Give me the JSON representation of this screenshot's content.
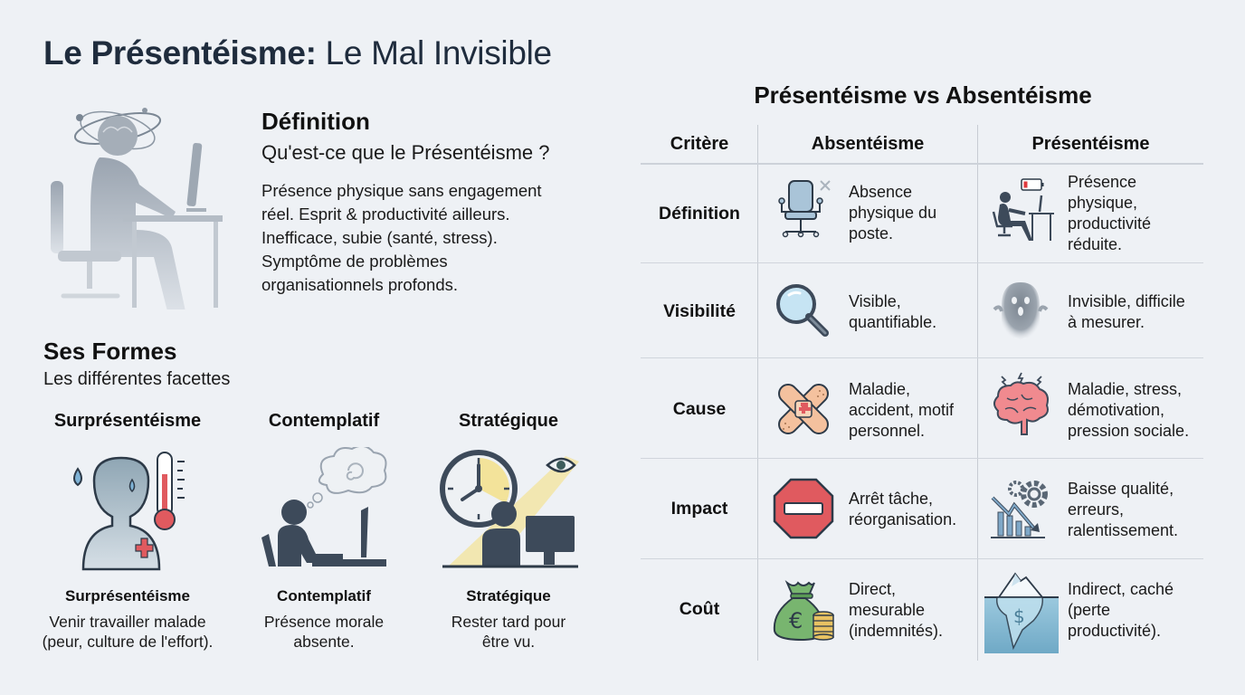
{
  "header": {
    "title_bold": "Le Présentéisme:",
    "title_light": "Le Mal Invisible"
  },
  "definition": {
    "heading": "Définition",
    "subheading": "Qu'est-ce que le Présentéisme ?",
    "body_lines": [
      "Présence physique sans engagement",
      "réel. Esprit & productivité ailleurs.",
      "Inefficace, subie (santé, stress).",
      "Symptôme de problèmes",
      "organisationnels profonds."
    ],
    "illustration_icon": "distracted-worker-icon"
  },
  "formes": {
    "heading": "Ses Formes",
    "subheading": "Les différentes facettes",
    "items": [
      {
        "title": "Surprésentéisme",
        "icon": "sick-person-thermometer-icon",
        "name": "Surprésentéisme",
        "desc_lines": [
          "Venir travailler malade",
          "(peur, culture de l'effort)."
        ]
      },
      {
        "title": "Contemplatif",
        "icon": "daydreaming-worker-icon",
        "name": "Contemplatif",
        "desc_lines": [
          "Présence morale",
          "absente."
        ]
      },
      {
        "title": "Stratégique",
        "icon": "clock-watched-worker-icon",
        "name": "Stratégique",
        "desc_lines": [
          "Rester tard pour",
          "être vu."
        ]
      }
    ]
  },
  "comparison": {
    "title": "Présentéisme vs Absentéisme",
    "columns": [
      "Critère",
      "Absentéisme",
      "Présentéisme"
    ],
    "rows": [
      {
        "criterion": "Définition",
        "absent": {
          "icon": "empty-chair-icon",
          "lines": [
            "Absence",
            "physique du",
            "poste."
          ]
        },
        "present": {
          "icon": "low-battery-worker-icon",
          "lines": [
            "Présence",
            "physique,",
            "productivité",
            "réduite."
          ]
        }
      },
      {
        "criterion": "Visibilité",
        "absent": {
          "icon": "magnifier-icon",
          "lines": [
            "Visible,",
            "quantifiable."
          ]
        },
        "present": {
          "icon": "ghost-icon",
          "lines": [
            "Invisible, difficile",
            "à mesurer."
          ]
        }
      },
      {
        "criterion": "Cause",
        "absent": {
          "icon": "bandage-icon",
          "lines": [
            "Maladie,",
            "accident, motif",
            "personnel."
          ]
        },
        "present": {
          "icon": "stressed-brain-icon",
          "lines": [
            "Maladie, stress,",
            "démotivation,",
            "pression sociale."
          ]
        }
      },
      {
        "criterion": "Impact",
        "absent": {
          "icon": "stop-sign-icon",
          "lines": [
            "Arrêt tâche,",
            "réorganisation."
          ]
        },
        "present": {
          "icon": "declining-chart-gear-icon",
          "lines": [
            "Baisse qualité,",
            "erreurs,",
            "ralentissement."
          ]
        }
      },
      {
        "criterion": "Coût",
        "absent": {
          "icon": "money-bag-euro-icon",
          "lines": [
            "Direct,",
            "mesurable",
            "(indemnités)."
          ]
        },
        "present": {
          "icon": "iceberg-dollar-icon",
          "lines": [
            "Indirect, caché",
            "(perte",
            "productivité)."
          ]
        }
      }
    ]
  },
  "colors": {
    "background": "#eef1f5",
    "title": "#1f2c3d",
    "icon_dark": "#3d4a5a",
    "accent_red": "#e05a5f",
    "accent_blue": "#7fb3d6",
    "accent_yellow": "#f3e39a",
    "accent_green": "#78b56f",
    "grid": "#c7ccd3"
  }
}
